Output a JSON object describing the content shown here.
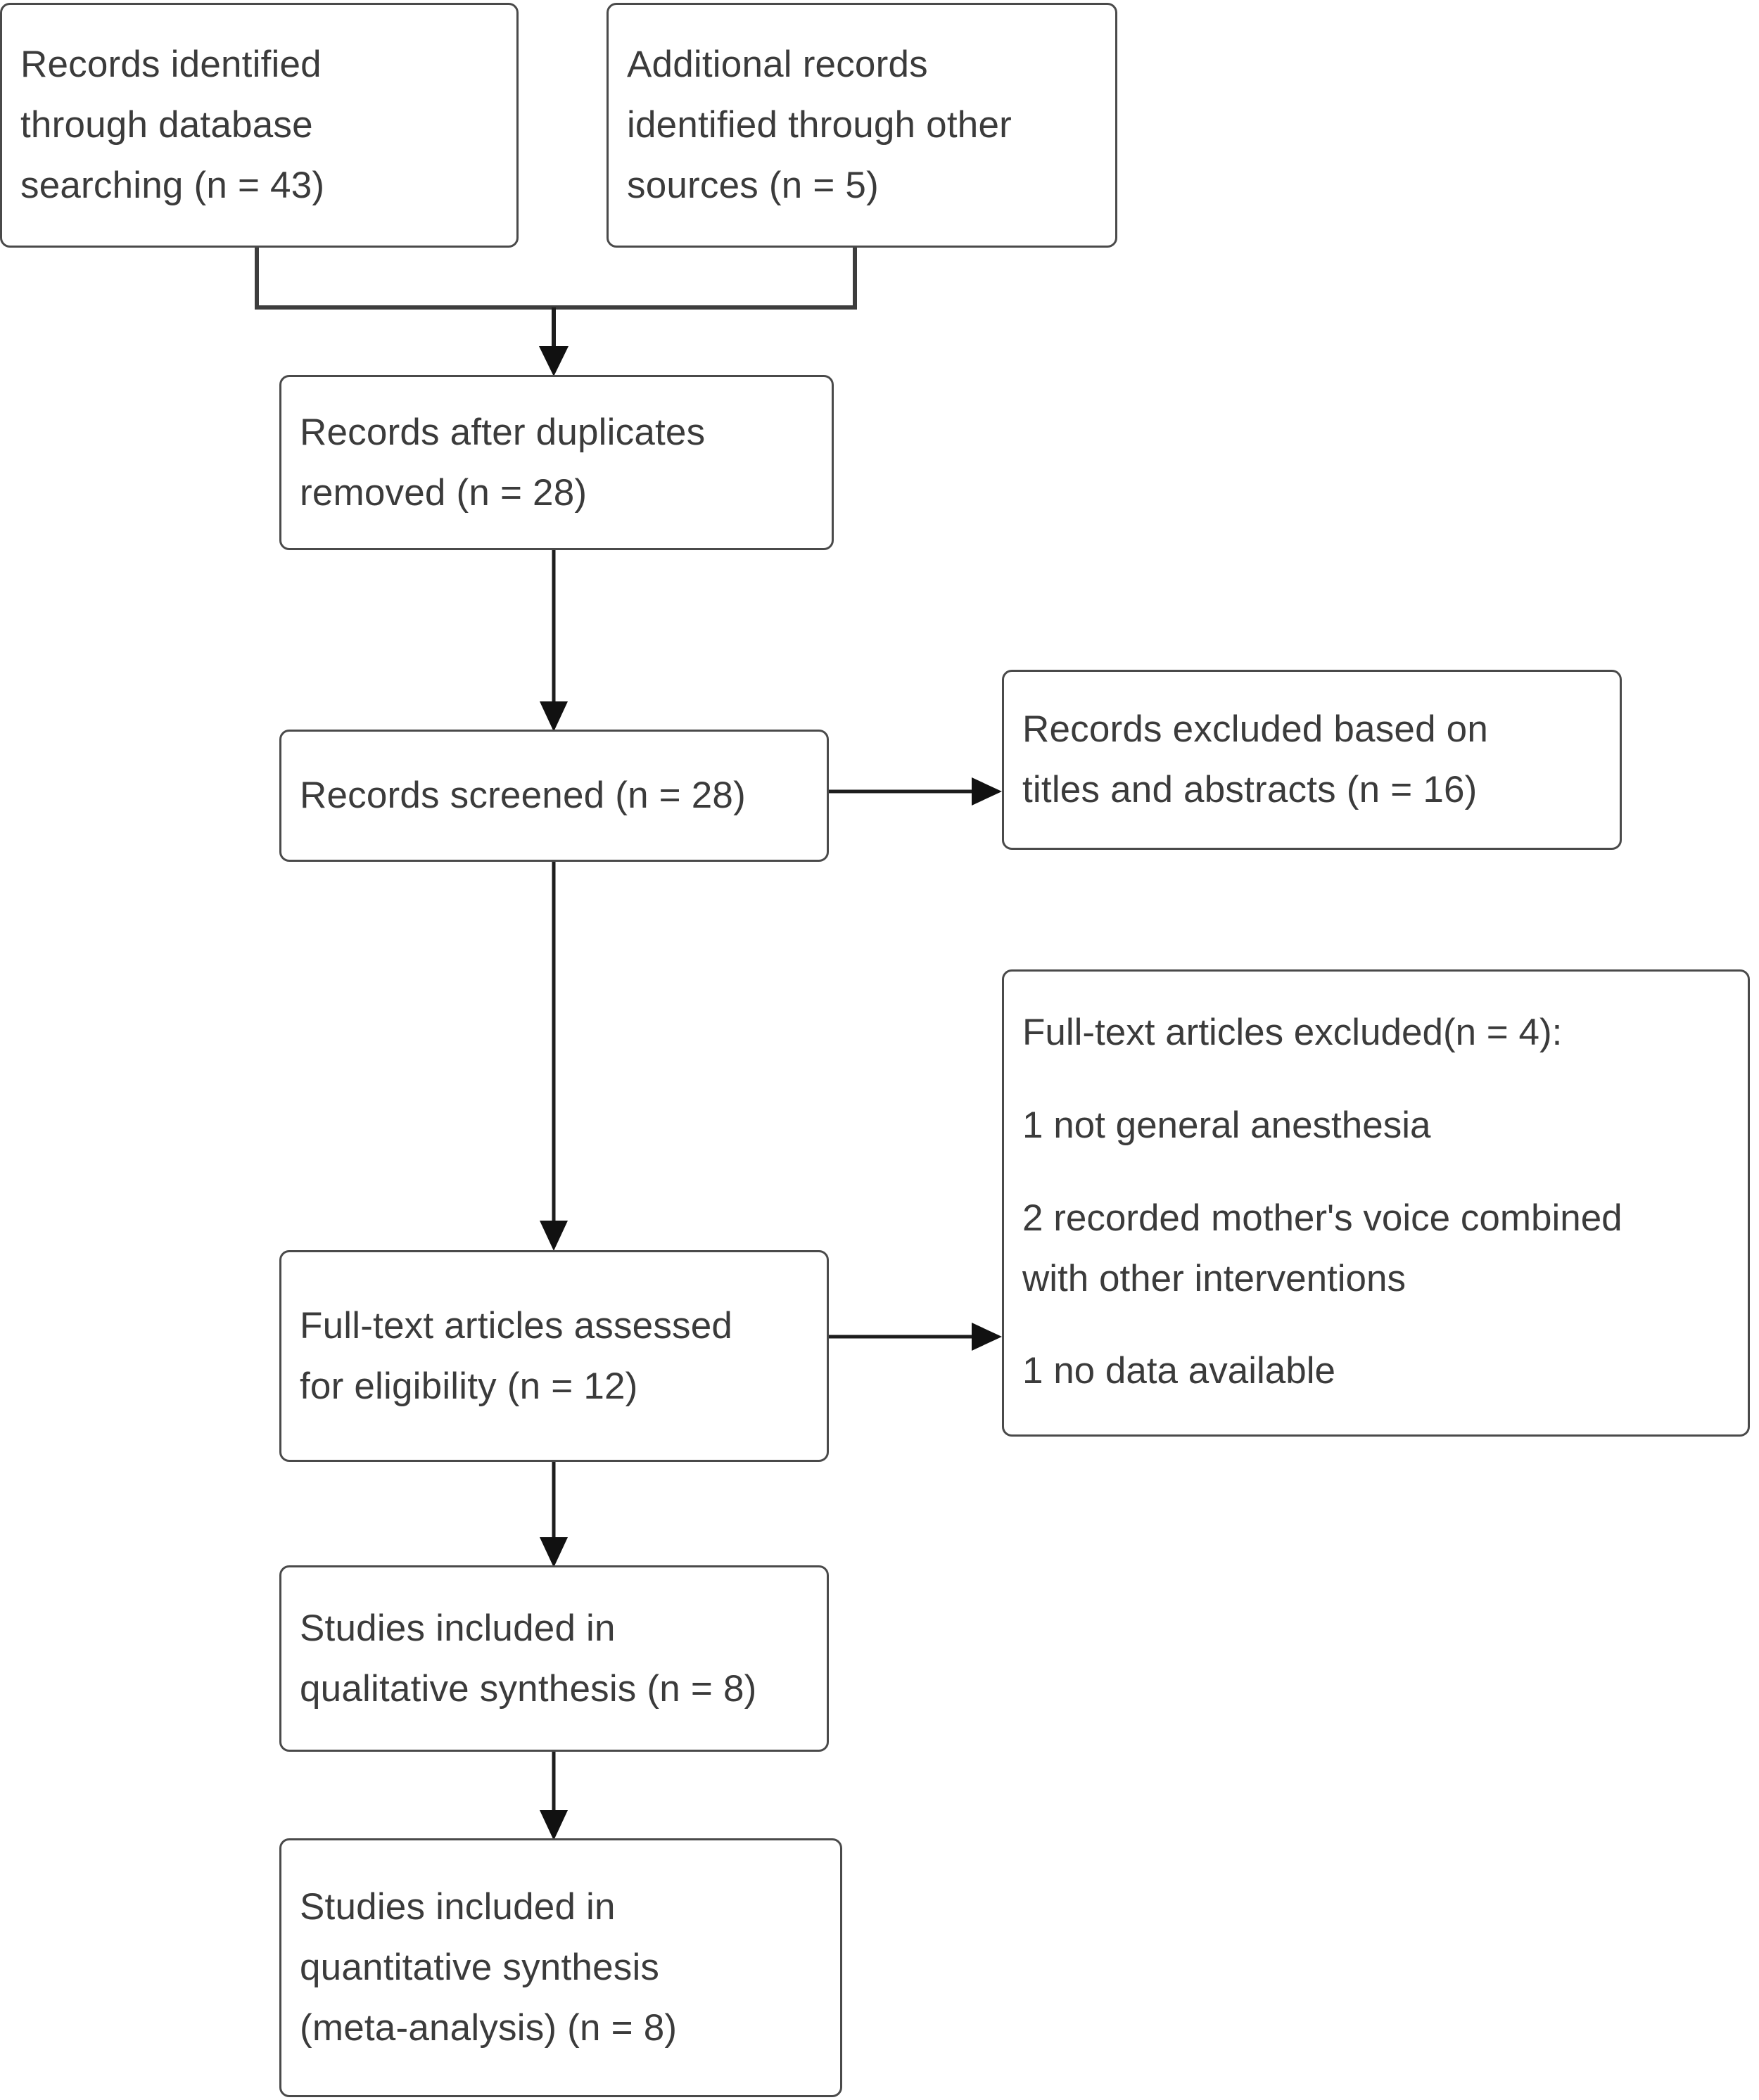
{
  "diagram": {
    "type": "prisma-flow-diagram",
    "title": "",
    "background_color": "#ffffff",
    "box_border_color": "#4a4a4a",
    "text_color": "#3b3b3b",
    "nodes": [
      {
        "id": "records-identified-database",
        "label": "Records identified\nthrough database\nsearching (n = 43)",
        "count": 43
      },
      {
        "id": "additional-records-other-sources",
        "label": "Additional records\nidentified through other\nsources (n = 5)",
        "count": 5
      },
      {
        "id": "records-after-duplicates-removed",
        "label": "Records after duplicates\nremoved (n = 28)",
        "count": 28
      },
      {
        "id": "records-screened",
        "label": "Records screened (n = 28)",
        "count": 28
      },
      {
        "id": "records-excluded",
        "label": "Records excluded based on\ntitles and abstracts (n = 16)",
        "count": 16
      },
      {
        "id": "full-text-assessed",
        "label": "Full-text articles assessed\nfor eligibility (n = 12)",
        "count": 12
      },
      {
        "id": "full-text-excluded",
        "heading": "Full-text articles excluded(n = 4):",
        "count": 4,
        "reasons": [
          "1 not general anesthesia",
          "2 recorded mother's voice combined\nwith other interventions",
          "1 no data available"
        ]
      },
      {
        "id": "studies-qualitative",
        "label": "Studies included in\nqualitative synthesis (n = 8)",
        "count": 8
      },
      {
        "id": "studies-quantitative",
        "label": "Studies included in\nquantitative synthesis\n(meta-analysis) (n = 8)",
        "count": 8
      }
    ],
    "edges": [
      {
        "from": "records-identified-database",
        "to": "records-after-duplicates-removed",
        "style": "merge-arrow"
      },
      {
        "from": "additional-records-other-sources",
        "to": "records-after-duplicates-removed",
        "style": "merge-arrow"
      },
      {
        "from": "records-after-duplicates-removed",
        "to": "records-screened",
        "style": "arrow-down"
      },
      {
        "from": "records-screened",
        "to": "records-excluded",
        "style": "arrow-right"
      },
      {
        "from": "records-screened",
        "to": "full-text-assessed",
        "style": "arrow-down"
      },
      {
        "from": "full-text-assessed",
        "to": "full-text-excluded",
        "style": "arrow-right"
      },
      {
        "from": "full-text-assessed",
        "to": "studies-qualitative",
        "style": "arrow-down"
      },
      {
        "from": "studies-qualitative",
        "to": "studies-quantitative",
        "style": "arrow-down"
      }
    ]
  }
}
